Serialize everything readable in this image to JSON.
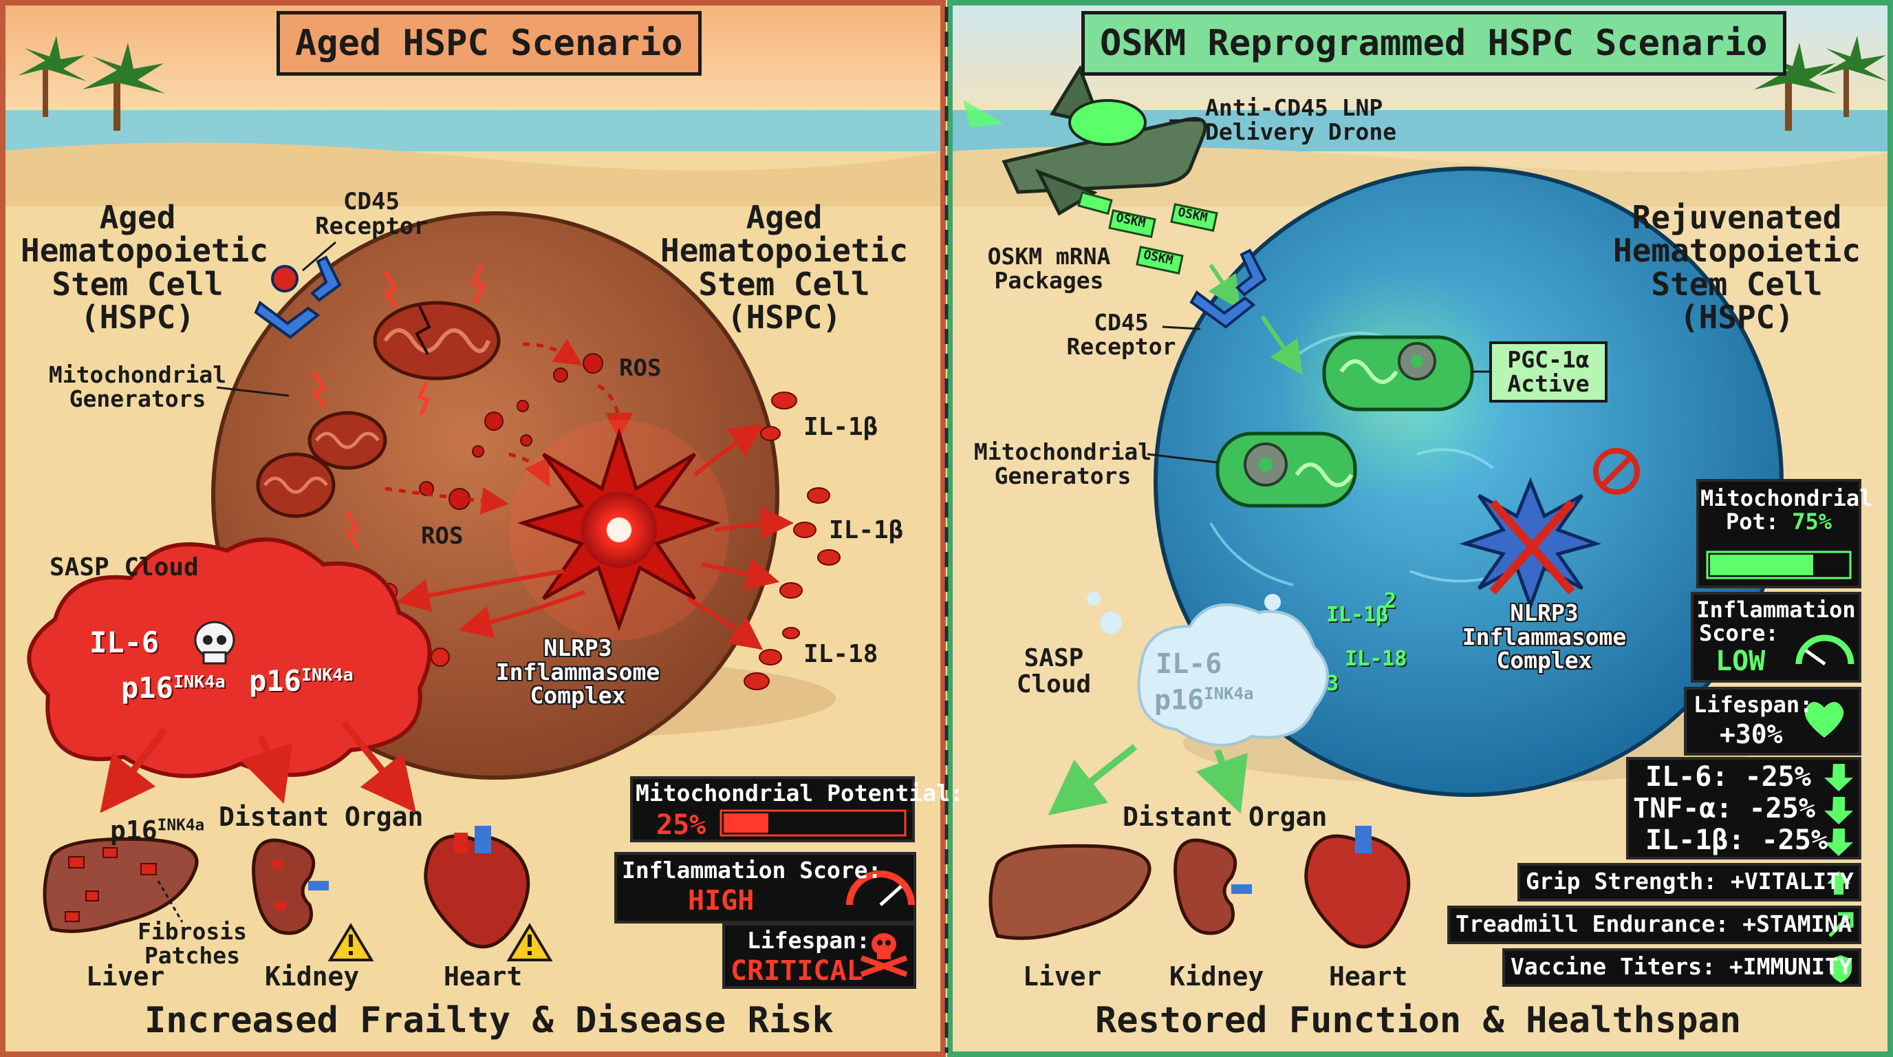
{
  "left": {
    "banner": "Aged HSPC Scenario",
    "cell_title_left": [
      "Aged",
      "Hematopoietic",
      "Stem Cell",
      "(HSPC)"
    ],
    "cell_title_right": [
      "Aged",
      "Hematopoietic",
      "Stem Cell",
      "(HSPC)"
    ],
    "cd45": [
      "CD45",
      "Receptor"
    ],
    "mito_label": [
      "Mitochondrial",
      "Generators"
    ],
    "ros1": "ROS",
    "ros2": "ROS",
    "il1b_1": "IL-1β",
    "il1b_2": "IL-1β",
    "il18": "IL-18",
    "nlrp3": [
      "NLRP3",
      "Inflammasome",
      "Complex"
    ],
    "sasp": "SASP Cloud",
    "il6": "IL-6",
    "p16": "p16",
    "ink4a": "INK4a",
    "distant_organ": "Distant Organ",
    "fibrosis": [
      "Fibrosis",
      "Patches"
    ],
    "liver": "Liver",
    "kidney": "Kidney",
    "heart": "Heart",
    "footer": "Increased Frailty & Disease Risk",
    "hud": {
      "mito_label": "Mitochondrial Potential:",
      "mito_value": "25%",
      "mito_fraction": 0.25,
      "inflam_label": "Inflammation Score:",
      "inflam_value": "HIGH",
      "life_label": "Lifespan:",
      "life_value": "CRITICAL"
    }
  },
  "right": {
    "banner": "OSKM Reprogrammed HSPC Scenario",
    "drone": [
      "Anti-CD45 LNP",
      "Delivery Drone"
    ],
    "osk_tag": "OSKM",
    "mrna": [
      "OSKM mRNA",
      "Packages"
    ],
    "cd45": [
      "CD45",
      "Receptor"
    ],
    "pgc": [
      "PGC-1α",
      "Active"
    ],
    "cell_title": [
      "Rejuvenated",
      "Hematopoietic",
      "Stem Cell",
      "(HSPC)"
    ],
    "mito_label": [
      "Mitochondrial",
      "Generators"
    ],
    "nlrp3": [
      "NLRP3",
      "Inflammasome",
      "Complex"
    ],
    "sasp": [
      "SASP",
      "Cloud"
    ],
    "il6": "IL-6",
    "p16": "p16",
    "ink4a": "INK4a",
    "il1b": "IL-1β",
    "il18": "IL-18",
    "n2": "2",
    "n3": "3",
    "distant_organ": "Distant Organ",
    "liver": "Liver",
    "kidney": "Kidney",
    "heart": "Heart",
    "footer": "Restored Function & Healthspan",
    "hud": {
      "mito_label": [
        "Mitochondrial",
        "Pot:"
      ],
      "mito_value": "75%",
      "mito_fraction": 0.75,
      "inflam_label": [
        "Inflammation",
        "Score:"
      ],
      "inflam_value": "LOW",
      "life_label": "Lifespan:",
      "life_value": "+30%",
      "il6": "IL-6: -25%",
      "tnf": "TNF-α: -25%",
      "il1b": "IL-1β: -25%",
      "grip": "Grip Strength: +VITALITY",
      "tread": "Treadmill Endurance: +STAMINA",
      "vacc": "Vaccine Titers: +IMMUNITY"
    }
  },
  "colors": {
    "sand": "#f3d9a0",
    "sky": "#f7c58c",
    "sea": "#7fc6d4",
    "aged_cell": "#b0613a",
    "rejuv_cell": "#2f8fc0",
    "alarm": "#ff3a2a",
    "healthy": "#5cff6a",
    "left_banner": "#f0a06a",
    "right_banner": "#7ede9a"
  }
}
